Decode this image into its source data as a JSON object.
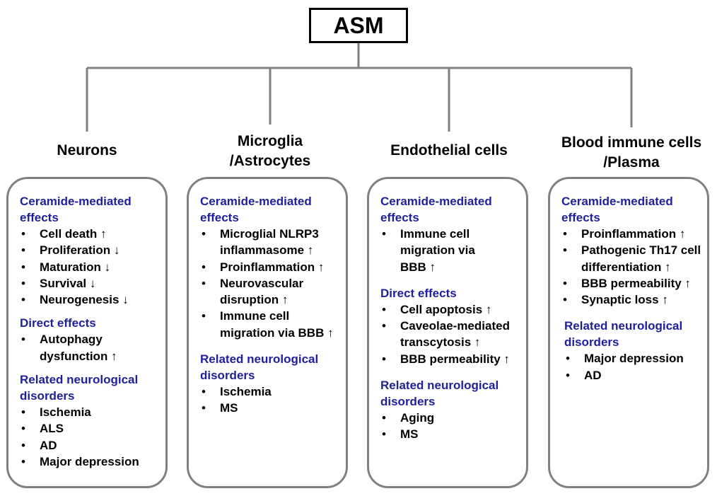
{
  "root": {
    "label": "ASM"
  },
  "colors": {
    "heading": "#1f1f9e",
    "connector": "#808080",
    "panel_border": "#808080"
  },
  "columns": [
    {
      "title": [
        "Neurons"
      ],
      "sections": [
        {
          "heading": "Ceramide-mediated effects",
          "items": [
            "Cell death ↑",
            "Proliferation ↓",
            "Maturation ↓",
            "Survival ↓",
            "Neurogenesis ↓"
          ]
        },
        {
          "heading": "Direct effects",
          "items": [
            "Autophagy dysfunction ↑"
          ]
        },
        {
          "heading": "Related neurological disorders",
          "items": [
            "Ischemia",
            "ALS",
            "AD",
            "Major depression"
          ]
        }
      ]
    },
    {
      "title": [
        "Microglia",
        "/Astrocytes"
      ],
      "sections": [
        {
          "heading": "Ceramide-mediated effects",
          "items": [
            "Microglial NLRP3 inflammasome ↑",
            "Proinflammation ↑",
            "Neurovascular disruption ↑",
            "Immune cell migration via BBB ↑"
          ]
        },
        {
          "heading": "Related neurological disorders",
          "items": [
            "Ischemia",
            "MS"
          ]
        }
      ]
    },
    {
      "title": [
        "Endothelial cells"
      ],
      "sections": [
        {
          "heading": "Ceramide-mediated effects",
          "items": [
            "Immune cell migration via BBB ↑"
          ]
        },
        {
          "heading": "Direct effects",
          "items": [
            "Cell apoptosis ↑",
            "Caveolae-mediated transcytosis ↑",
            "BBB permeability ↑"
          ]
        },
        {
          "heading": "Related neurological disorders",
          "items": [
            "Aging",
            "MS"
          ]
        }
      ]
    },
    {
      "title": [
        "Blood immune cells",
        "/Plasma"
      ],
      "sections": [
        {
          "heading": "Ceramide-mediated effects",
          "items": [
            "Proinflammation ↑",
            "Pathogenic Th17 cell differentiation ↑",
            "BBB permeability ↑",
            "Synaptic loss ↑"
          ]
        },
        {
          "heading": "Related neurological disorders",
          "items": [
            "Major depression",
            "AD"
          ]
        }
      ]
    }
  ]
}
